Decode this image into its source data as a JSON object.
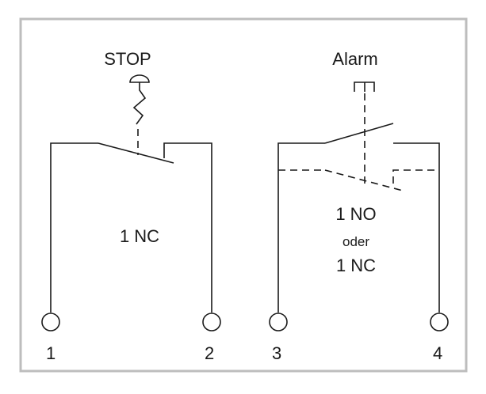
{
  "left_switch": {
    "actuator_label": "STOP",
    "contact_label": "1 NC",
    "terminal_left": "1",
    "terminal_right": "2"
  },
  "right_switch": {
    "actuator_label": "Alarm",
    "contact_label_line1": "1 NO",
    "contact_label_line2": "oder",
    "contact_label_line3": "1 NC",
    "terminal_left": "3",
    "terminal_right": "4"
  },
  "colors": {
    "frame": "#bdbdbd",
    "ink": "#1a1a1a",
    "background": "#ffffff"
  }
}
